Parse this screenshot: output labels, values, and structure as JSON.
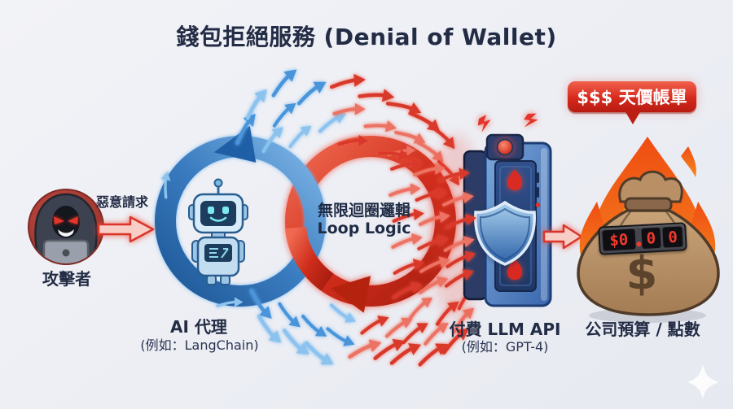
{
  "title": "錢包拒絕服務 (Denial of Wallet)",
  "banner": {
    "label": "$$$ 天價帳單",
    "color": "#c21d14"
  },
  "attacker": {
    "label": "攻擊者",
    "request_label": "惡意請求"
  },
  "agent": {
    "label": "AI 代理",
    "example": "(例如：LangChain)"
  },
  "loop": {
    "label_zh": "無限迴圈邏輯",
    "label_en": "Loop Logic"
  },
  "api": {
    "label": "付費 LLM API",
    "example": "(例如：GPT-4)"
  },
  "budget": {
    "label": "公司預算 / 點數",
    "counter_value": "$0.00",
    "counter_cells": [
      "$0",
      "0",
      "0"
    ],
    "bag_symbol": "$"
  },
  "icons": {
    "attacker_avatar": "hooded-hacker-avatar",
    "robot": "robot-icon",
    "infinity_loop": "infinity-loop-arrows",
    "shield": "shield-icon",
    "alarm": "alarm-light-icon",
    "lightning": "lightning-icon",
    "flame": "flame-icon",
    "money_bag": "money-bag-icon",
    "fire": "fire-icon",
    "sparkle": "sparkle-icon"
  },
  "colors": {
    "background": "#edeff5",
    "title_text": "#232c45",
    "attack_red": "#d8392a",
    "agent_blue": "#3577bd",
    "banner_red": "#c21d14",
    "flame_orange": "#f6821f",
    "bag_brown": "#b08a61",
    "counter_digits": "#f23a2c"
  }
}
